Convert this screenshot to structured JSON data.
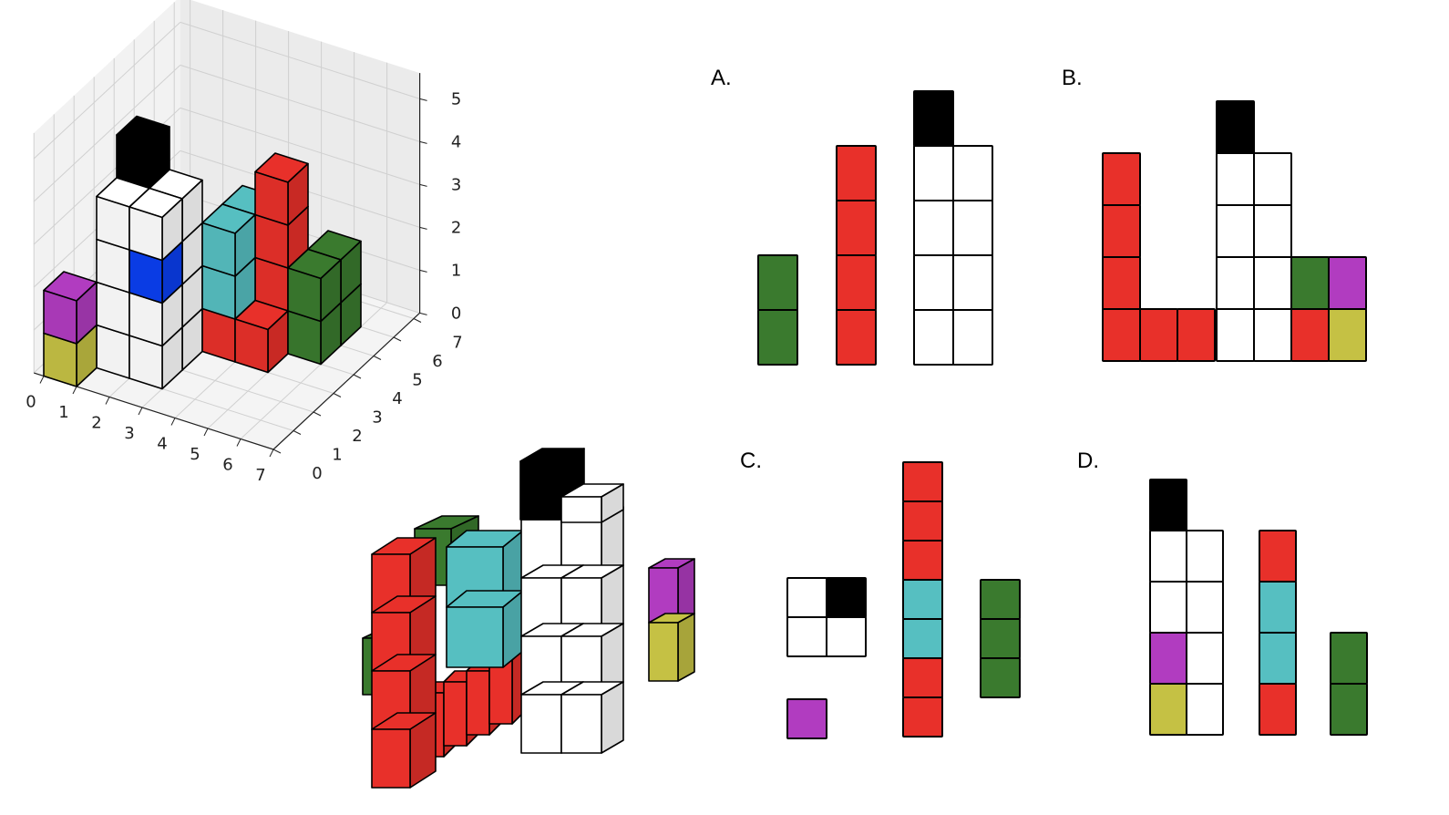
{
  "colors": {
    "red": "#e8302a",
    "white": "#ffffff",
    "black": "#000000",
    "cyan": "#56bfc1",
    "green": "#3a7a2e",
    "purple": "#b13cc0",
    "yellow": "#c5c144",
    "blue": "#0a3ff0",
    "grid": "#d0d0d0",
    "pane": "#f2f2f2"
  },
  "plot3d": {
    "z_ticks": [
      "0",
      "1",
      "2",
      "3",
      "4",
      "5"
    ],
    "x_ticks": [
      "0",
      "1",
      "2",
      "3",
      "4",
      "5",
      "6",
      "7"
    ],
    "y_ticks": [
      "0",
      "1",
      "2",
      "3",
      "4",
      "5",
      "6",
      "7"
    ]
  },
  "options": [
    {
      "label": "A."
    },
    {
      "label": "B."
    },
    {
      "label": "C."
    },
    {
      "label": "D."
    }
  ]
}
